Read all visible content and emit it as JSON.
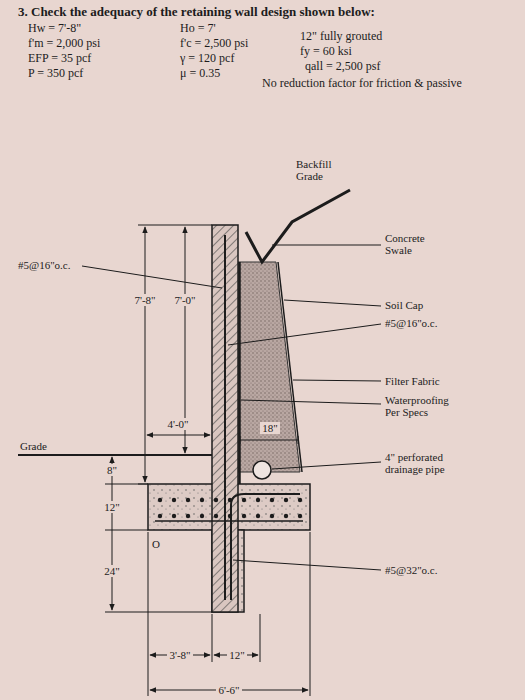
{
  "diagram": {
    "title": "3. Check the adequacy of the retaining wall design shown below:",
    "labels": [
      "Hw = 7'-8\"",
      "Ho = 7'",
      "f'm = 2,000 psi",
      "f'c = 2,500 psi",
      "12\" fully grouted",
      "fy = 60 ksi",
      "EFP = 35 pcf",
      "γ = 120 pcf",
      "qall = 2,500 psf",
      "P = 350 pcf",
      "μ = 0.35",
      "No reduction factor for friction & passive",
      "Backfill Grade",
      "Concrete Swale",
      "#5@16\"o.c.",
      "Soil Cap",
      "#5@16\"o.c.",
      "7'-8\"",
      "7'-0\"",
      "4'-0\"",
      "18\"",
      "Filter Fabric",
      "Waterproofing Per Specs",
      "Grade",
      "4\" perforated drainage pipe",
      "8\"",
      "12\"",
      "O",
      "24\"",
      "#5@32\"o.c.",
      "3'-8\"",
      "12\"",
      "6'-6\""
    ]
  }
}
